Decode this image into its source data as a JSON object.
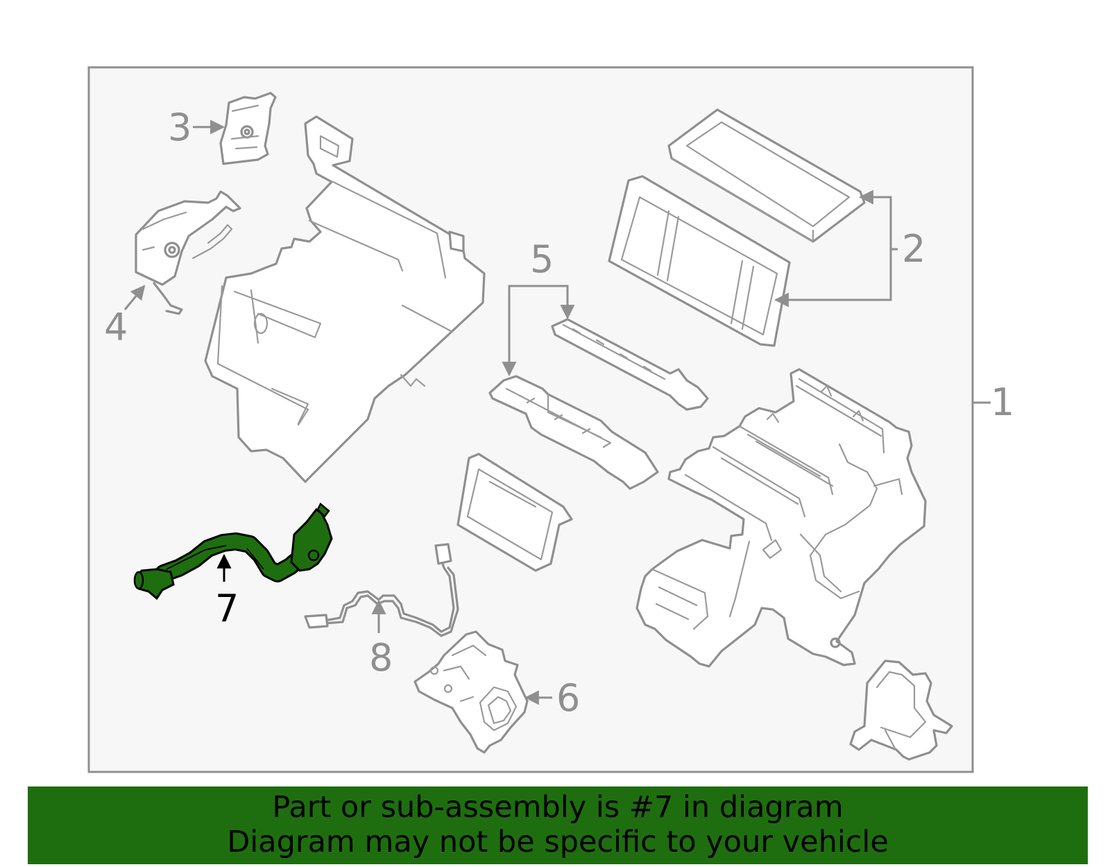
{
  "diagram": {
    "callouts": {
      "c1": "1",
      "c2": "2",
      "c3": "3",
      "c4": "4",
      "c5": "5",
      "c6": "6",
      "c7": "7",
      "c8": "8"
    },
    "highlighted_part": "7",
    "colors": {
      "frame_bg": "#f7f7f7",
      "line_gray": "#8f8f8f",
      "highlight_green": "#1e6e0f",
      "banner_green": "#1e6e0f"
    }
  },
  "banner": {
    "line1": "Part or sub-assembly is #7 in diagram",
    "line2": "Diagram may not be specific to your vehicle"
  }
}
